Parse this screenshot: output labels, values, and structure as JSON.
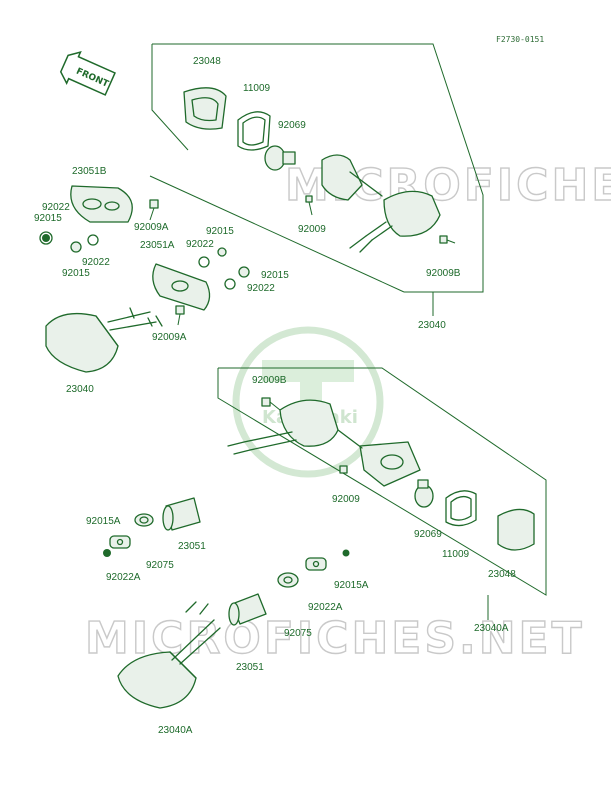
{
  "diagram_code": "F2730-0151",
  "front_badge": "FRONT",
  "watermark_text": "MICROFICHES.NET",
  "brand_logo": "Kawasaki",
  "colors": {
    "ink": "#1f6a2b",
    "watermark": "#c9c9c9",
    "logo": "#cfe5cf"
  },
  "labels": {
    "p23048_top": "23048",
    "p11009_top": "11009",
    "p92069_top": "92069",
    "p23051B": "23051B",
    "p92022_a": "92022",
    "p92015_a": "92015",
    "p92009A_a": "92009A",
    "p92015_b": "92015",
    "p92022_b": "92022",
    "p92009_top": "92009",
    "p92009B_top": "92009B",
    "p92015_c": "92015",
    "p92022_c": "92022",
    "p23051A": "23051A",
    "p92015_d": "92015",
    "p92022_d": "92022",
    "p92009A_b": "92009A",
    "p23040_top": "23040",
    "p23040_left": "23040",
    "p92009B_bot": "92009B",
    "p92009_bot": "92009",
    "p92069_bot": "92069",
    "p11009_bot": "11009",
    "p23048_bot": "23048",
    "p92015A_a": "92015A",
    "p92075_a": "92075",
    "p23051_a": "23051",
    "p92022A_a": "92022A",
    "p92015A_b": "92015A",
    "p92022A_b": "92022A",
    "p92075_b": "92075",
    "p23051_b": "23051",
    "p23040A_right": "23040A",
    "p23040A_bot": "23040A"
  }
}
